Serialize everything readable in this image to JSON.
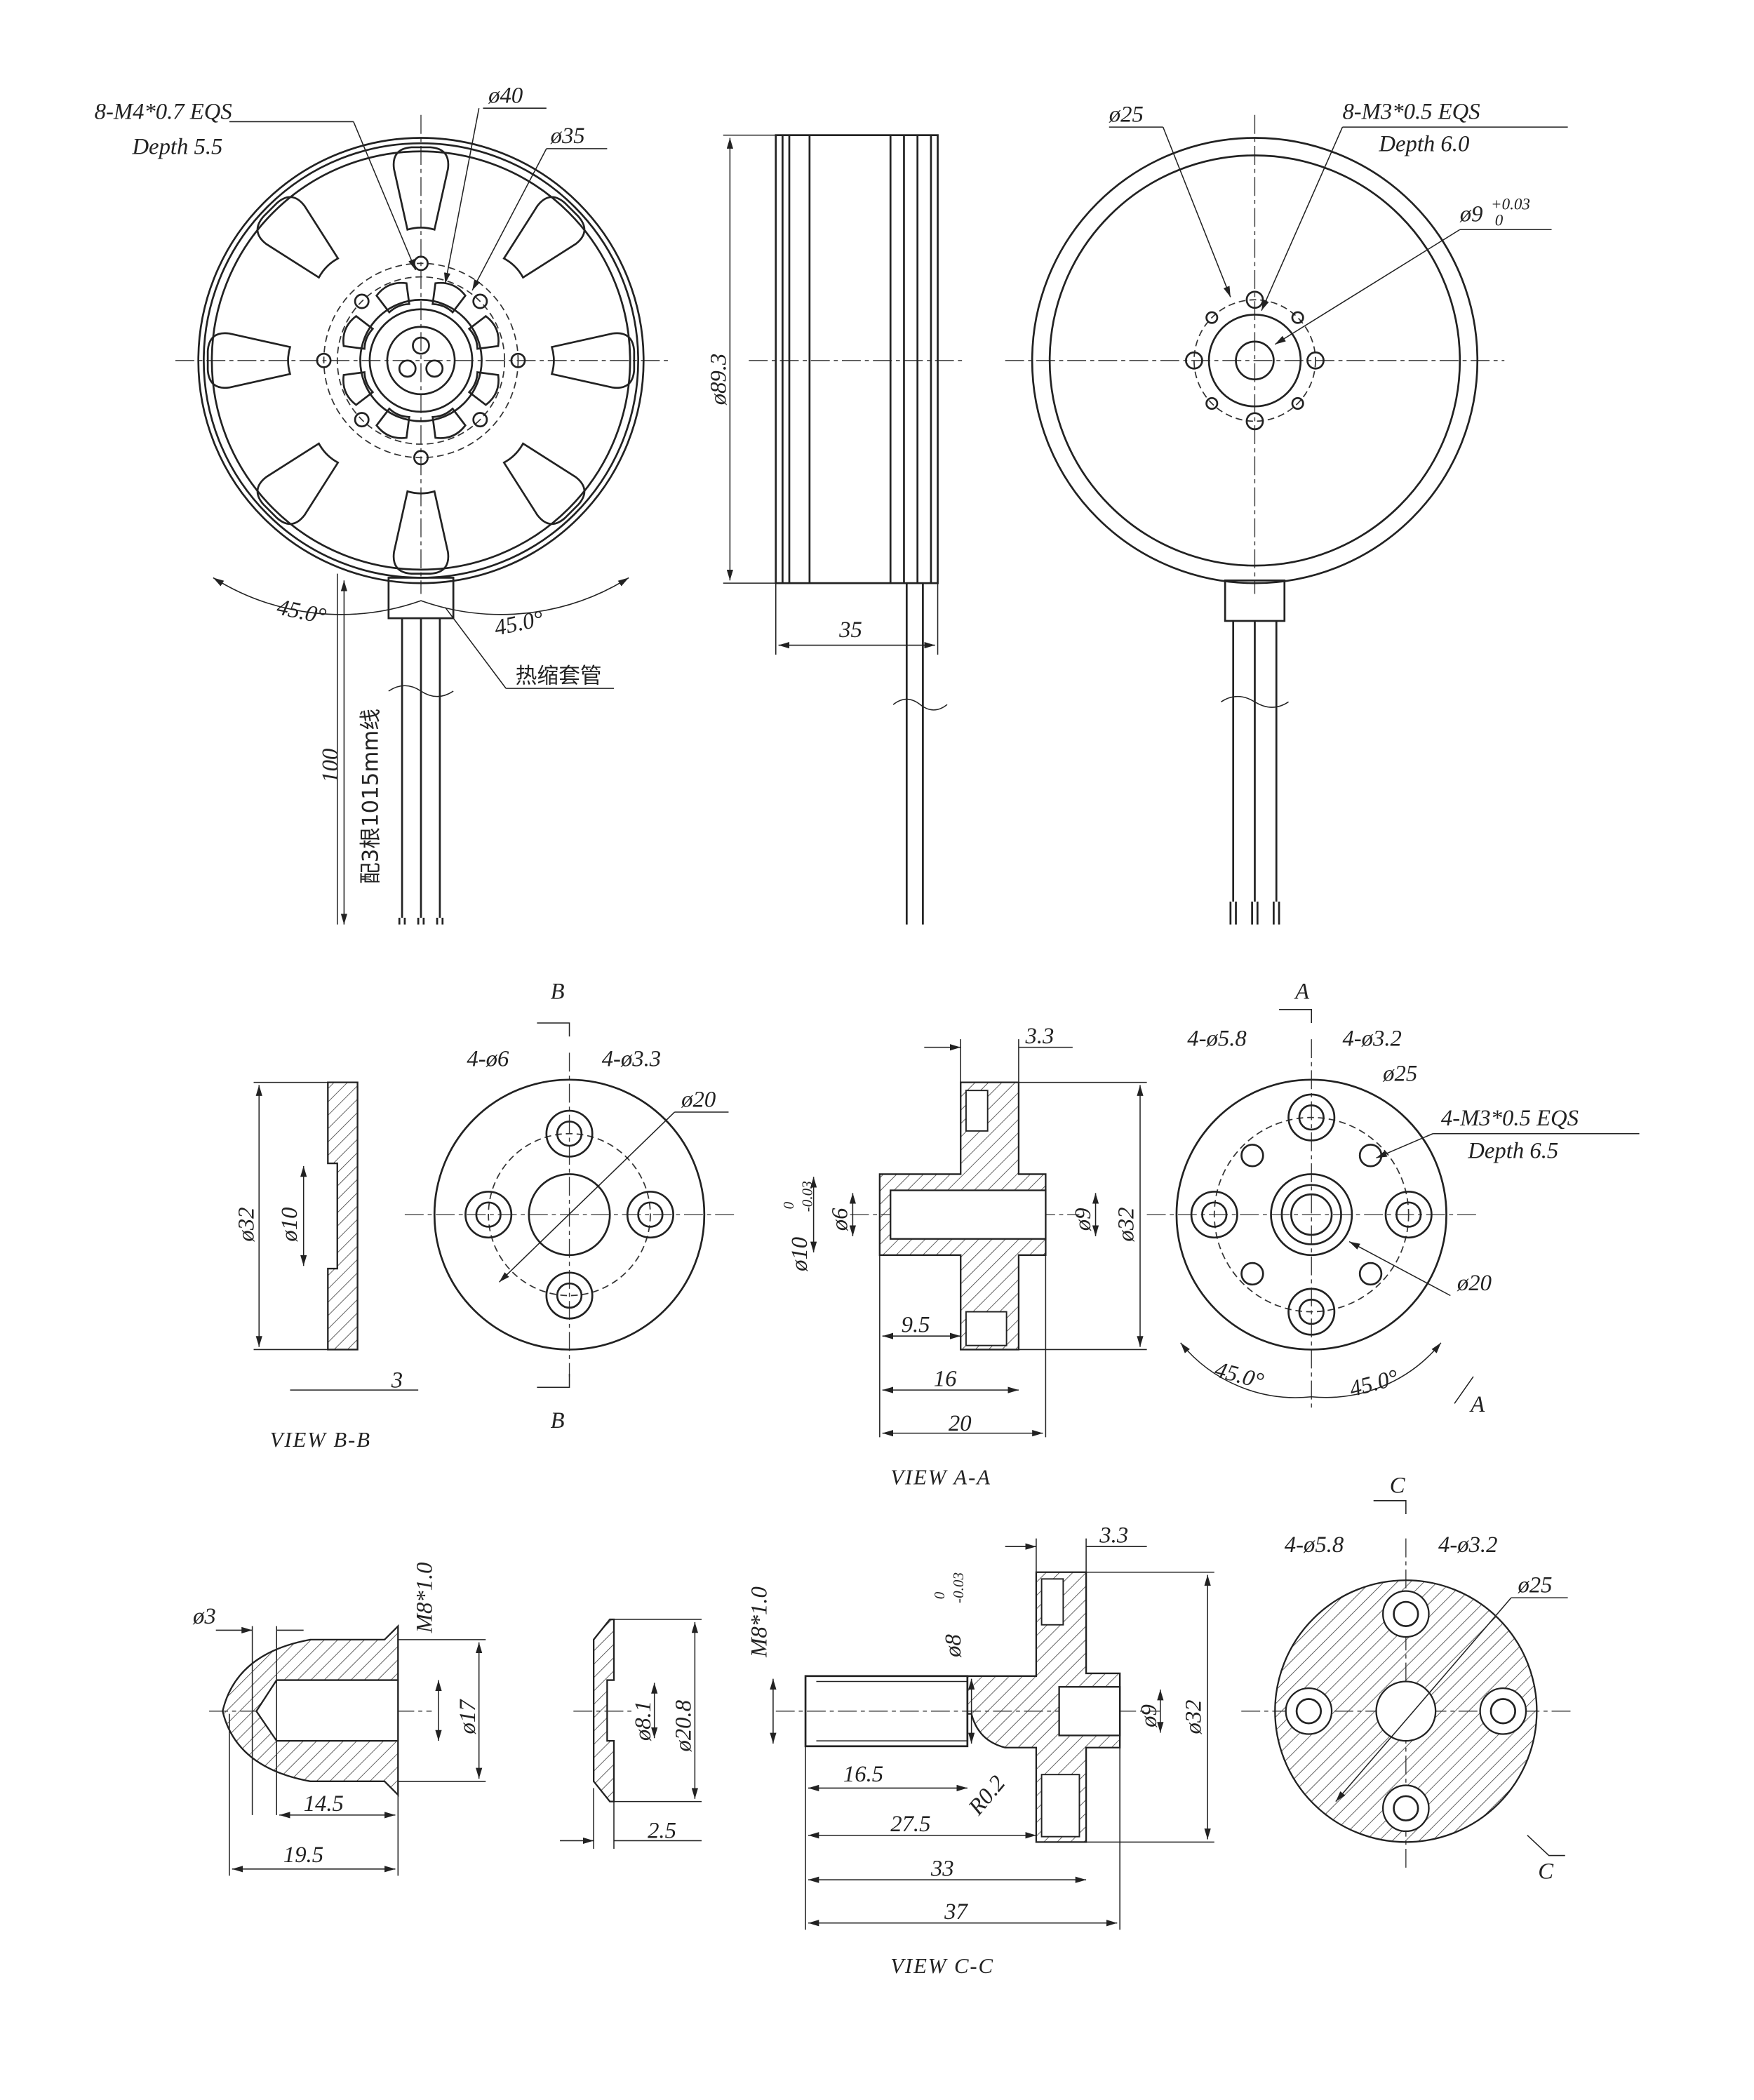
{
  "front_view": {
    "thread": "8-M4*0.7 EQS",
    "thread_depth": "Depth 5.5",
    "dia_outer_pcd": "ø40",
    "dia_inner_pcd": "ø35",
    "angle_left": "45.0°",
    "angle_right": "45.0°",
    "heat_shrink": "热缩套管",
    "lead_length": "100",
    "wire_spec": "配3根1015mm线"
  },
  "side_view": {
    "diameter": "ø89.3",
    "height": "35"
  },
  "rear_view": {
    "pcd": "ø25",
    "thread": "8-M3*0.5 EQS",
    "thread_depth": "Depth 6.0",
    "bore": "ø9",
    "bore_tol_upper": "+0.03",
    "bore_tol_lower": "0"
  },
  "view_bb": {
    "title": "VIEW B-B",
    "section_mark": "B",
    "diameter": "ø32",
    "bore": "ø10",
    "thickness": "3",
    "counterbore": "4-ø6",
    "hole": "4-ø3.3",
    "pcd": "ø20"
  },
  "view_aa": {
    "title": "VIEW A-A",
    "section_mark": "A",
    "flange_thk": "3.3",
    "shaft_dia": "ø10",
    "shaft_tol_upper": "0",
    "shaft_tol_lower": "-0.03",
    "bore": "ø6",
    "bore2": "ø9",
    "diameter": "ø32",
    "len1": "9.5",
    "len2": "16",
    "len3": "20",
    "counterbore": "4-ø5.8",
    "hole": "4-ø3.2",
    "pcd": "ø25",
    "thread": "4-M3*0.5 EQS",
    "thread_depth": "Depth 6.5",
    "pcd2": "ø20",
    "angle_left": "45.0°",
    "angle_right": "45.0°"
  },
  "nut": {
    "tip": "ø3",
    "thread": "M8*1.0",
    "diameter": "ø17",
    "len1": "14.5",
    "len2": "19.5"
  },
  "washer": {
    "bore": "ø8.1",
    "diameter": "ø20.8",
    "thickness": "2.5"
  },
  "view_cc": {
    "title": "VIEW C-C",
    "section_mark": "C",
    "thread": "M8*1.0",
    "shaft_dia": "ø8",
    "shaft_tol_upper": "0",
    "shaft_tol_lower": "-0.03",
    "flange_thk": "3.3",
    "bore": "ø9",
    "diameter": "ø32",
    "radius": "R0.2",
    "len1": "16.5",
    "len2": "27.5",
    "len3": "33",
    "len4": "37",
    "counterbore": "4-ø5.8",
    "hole": "4-ø3.2",
    "pcd": "ø25"
  }
}
